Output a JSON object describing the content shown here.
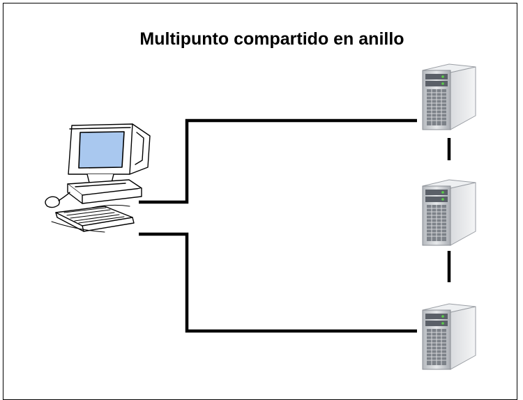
{
  "diagram": {
    "title": "Multipunto compartido en anillo",
    "nodes": [
      {
        "id": "client",
        "kind": "computer-workstation",
        "icon": "desktop-computer-icon"
      },
      {
        "id": "server-1",
        "kind": "server",
        "icon": "tower-server-icon"
      },
      {
        "id": "server-2",
        "kind": "server",
        "icon": "tower-server-icon"
      },
      {
        "id": "server-3",
        "kind": "server",
        "icon": "tower-server-icon"
      }
    ],
    "links": [
      {
        "from": "client",
        "to": "server-1"
      },
      {
        "from": "client",
        "to": "server-3"
      },
      {
        "from": "server-1",
        "to": "server-2"
      },
      {
        "from": "server-2",
        "to": "server-3"
      }
    ],
    "colors": {
      "line": "#000000",
      "screen": "#a9c8ef",
      "server_body": "#c9ccd0",
      "server_led": "#59d047"
    }
  }
}
